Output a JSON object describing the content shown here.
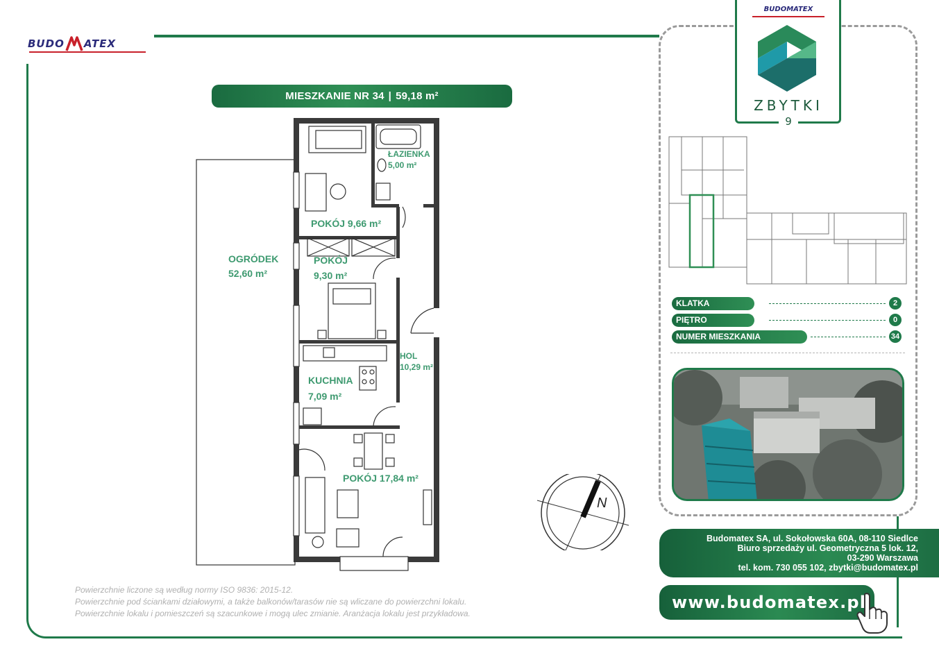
{
  "brand": {
    "logo_text_left": "BUDO",
    "logo_text_right": "ATEX",
    "small_logo_text": "BUDOMATEX",
    "accent_color": "#1f7a4a",
    "logo_red": "#c8202a",
    "logo_blue": "#2a2a7a"
  },
  "apartment": {
    "banner_prefix": "MIESZKANIE NR 34",
    "banner_separator": "|",
    "banner_area": "59,18 m²"
  },
  "rooms": {
    "garden_name": "OGRÓDEK",
    "garden_area": "52,60 m²",
    "bathroom_name": "ŁAZIENKA",
    "bathroom_area": "5,00 m²",
    "room1": "POKÓJ 9,66 m²",
    "room2_name": "POKÓJ",
    "room2_area": "9,30 m²",
    "hall_name": "HOL",
    "hall_area": "10,29 m²",
    "kitchen_name": "KUCHNIA",
    "kitchen_area": "7,09 m²",
    "room3": "POKÓJ 17,84 m²"
  },
  "disclaimer": [
    "Powierzchnie liczone są według normy ISO 9836: 2015-12.",
    "Powierzchnie pod ściankami działowymi, a także balkonów/tarasów nie są wliczane do powierzchni lokalu.",
    "Powierzchnie lokalu i pomieszczeń są szacunkowe i mogą ulec zmianie. Aranżacja lokalu jest przykładowa."
  ],
  "project": {
    "name": "ZBYTKI",
    "number": "9"
  },
  "info": {
    "staircase_label": "KLATKA",
    "staircase_value": "2",
    "floor_label": "PIĘTRO",
    "floor_value": "0",
    "apt_number_label": "NUMER MIESZKANIA",
    "apt_number_value": "34"
  },
  "compass": {
    "north_label": "N"
  },
  "contact": {
    "line1": "Budomatex SA, ul. Sokołowska 60A, 08-110 Siedlce",
    "line2": "Biuro sprzedaży ul. Geometryczna 5 lok. 12,",
    "line3": "03-290 Warszawa",
    "line4": "tel. kom. 730 055 102, zbytki@budomatex.pl"
  },
  "website": "www.budomatex.pl",
  "icons": {
    "hand": "pointing-hand-icon",
    "compass": "compass-icon",
    "project_logo": "zbytki-logo-icon"
  }
}
